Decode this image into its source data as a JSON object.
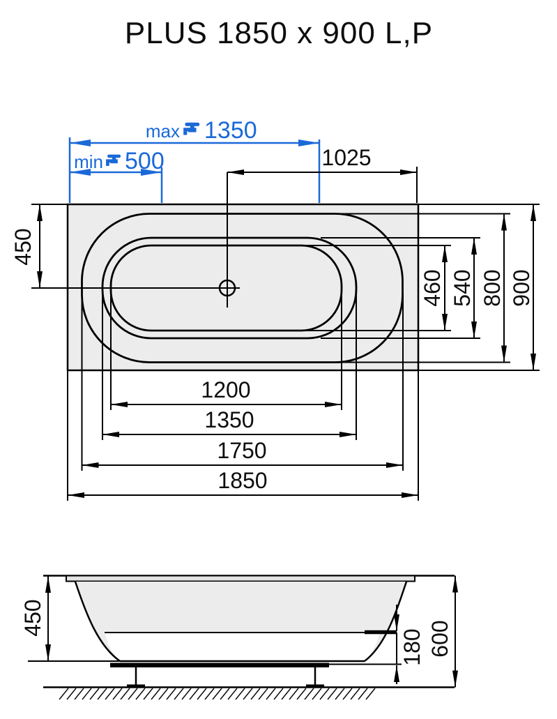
{
  "header": {
    "title": "PLUS 1850 x 900 L,P"
  },
  "colors": {
    "accent_blue": "#1a69d8",
    "line_black": "#000000",
    "tub_fill_grey": "#ececec"
  },
  "plan_view": {
    "faucet_max": {
      "prefix": "max",
      "value": "1350"
    },
    "faucet_min": {
      "prefix": "min",
      "value": "500"
    },
    "drain_to_right_edge": "1025",
    "top_edge_to_centerline": "450",
    "widths": {
      "w460": "460",
      "w540": "540",
      "w800": "800",
      "w900": "900"
    },
    "lengths": {
      "l1200": "1200",
      "l1350": "1350",
      "l1750": "1750",
      "l1850": "1850"
    }
  },
  "side_view": {
    "inner_depth": "450",
    "base_height": "180",
    "total_height": "600"
  }
}
